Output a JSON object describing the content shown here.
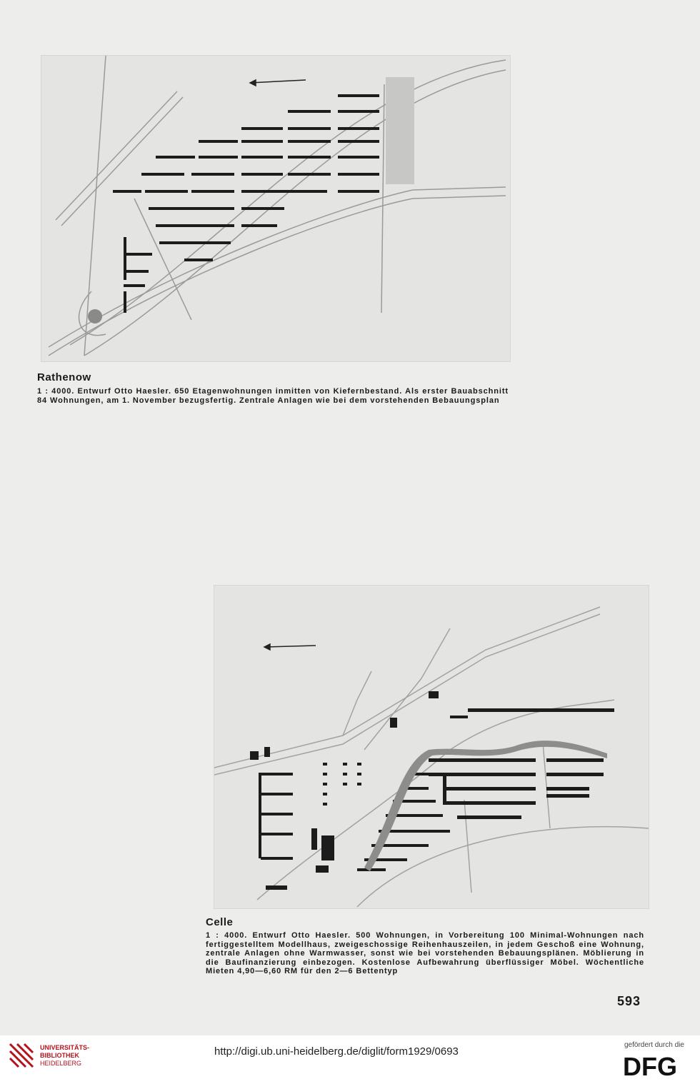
{
  "plans": [
    {
      "name": "Rathenow",
      "alt": "Bebauungsplan Rathenow"
    },
    {
      "name": "Celle",
      "alt": "Bebauungsplan Celle"
    }
  ],
  "sections": [
    {
      "title": "Rathenow",
      "body": "1 : 4000. Entwurf Otto Haesler. 650 Etagenwohnungen inmitten von Kiefernbestand. Als erster Bauabschnitt 84 Wohnungen, am 1. November bezugsfertig. Zentrale Anlagen wie bei dem vorstehenden Bebauungsplan"
    },
    {
      "title": "Celle",
      "body": "1 : 4000. Entwurf Otto Haesler. 500 Wohnungen, in Vorbereitung 100 Minimal-Wohnungen nach fertiggestelltem Modellhaus, zweigeschossige Reihenhauszeilen, in jedem Geschoß eine Wohnung, zentrale Anlagen ohne Warmwasser, sonst wie bei vorstehenden Bebauungsplänen. Möblierung in die Baufinanzierung einbezogen. Kostenlose Aufbewahrung überflüssiger Möbel. Wöchentliche Mieten 4,90—6,60 RM für den 2—6 Bettentyp"
    }
  ],
  "page_number": "593",
  "footer": {
    "library_line1": "UNIVERSITÄTS-",
    "library_line2": "BIBLIOTHEK",
    "library_line3": "HEIDELBERG",
    "url": "http://digi.ub.uni-heidelberg.de/diglit/form1929/0693",
    "funding_text": "gefördert durch die",
    "funding_logo": "DFG"
  },
  "colors": {
    "paper": "#ededeb",
    "ink": "#1a1a1a",
    "library_red": "#b5121b"
  }
}
